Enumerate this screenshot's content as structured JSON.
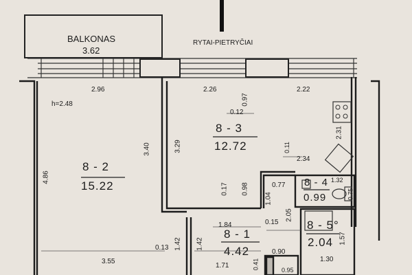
{
  "compass": {
    "label": "RYTAI-PIETRYČIAI"
  },
  "balcony": {
    "name": "BALKONAS",
    "area": "3.62"
  },
  "height_note": "h=2.48",
  "rooms": {
    "r82": {
      "id": "8 - 2",
      "area": "15.22"
    },
    "r83": {
      "id": "8 - 3",
      "area": "12.72"
    },
    "r81": {
      "id": "8 - 1",
      "area": "4.42"
    },
    "r84": {
      "id": "8 - 4",
      "area": "0.99"
    },
    "r85": {
      "id": "8 - 5°",
      "area": "2.04"
    }
  },
  "dims": {
    "d296": "2.96",
    "d226": "2.26",
    "d222": "2.22",
    "d097": "0.97",
    "d012": "0.12",
    "d231": "2.31",
    "d011": "0.11",
    "d234": "2.34",
    "d486": "4.86",
    "d340": "3.40",
    "d329": "3.29",
    "d017": "0.17",
    "d098": "0.98",
    "d077": "0.77",
    "d132": "1.32",
    "d075": "0.75",
    "d104": "1.04",
    "d205": "2.05",
    "d184": "1.84",
    "d015": "0.15",
    "d157": "1.57",
    "d013": "0.13",
    "d142a": "1.42",
    "d142b": "1.42",
    "d355": "3.55",
    "d171": "1.71",
    "d090": "0.90",
    "d130": "1.30",
    "d041": "0.41",
    "d095": "0.95"
  }
}
